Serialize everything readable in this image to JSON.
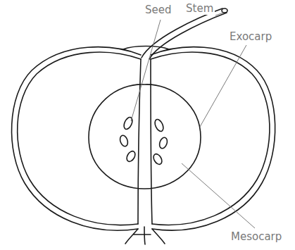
{
  "diagram": {
    "labels": [
      "Seed",
      "Stem",
      "Exocarp",
      "Mesocarp"
    ]
  }
}
